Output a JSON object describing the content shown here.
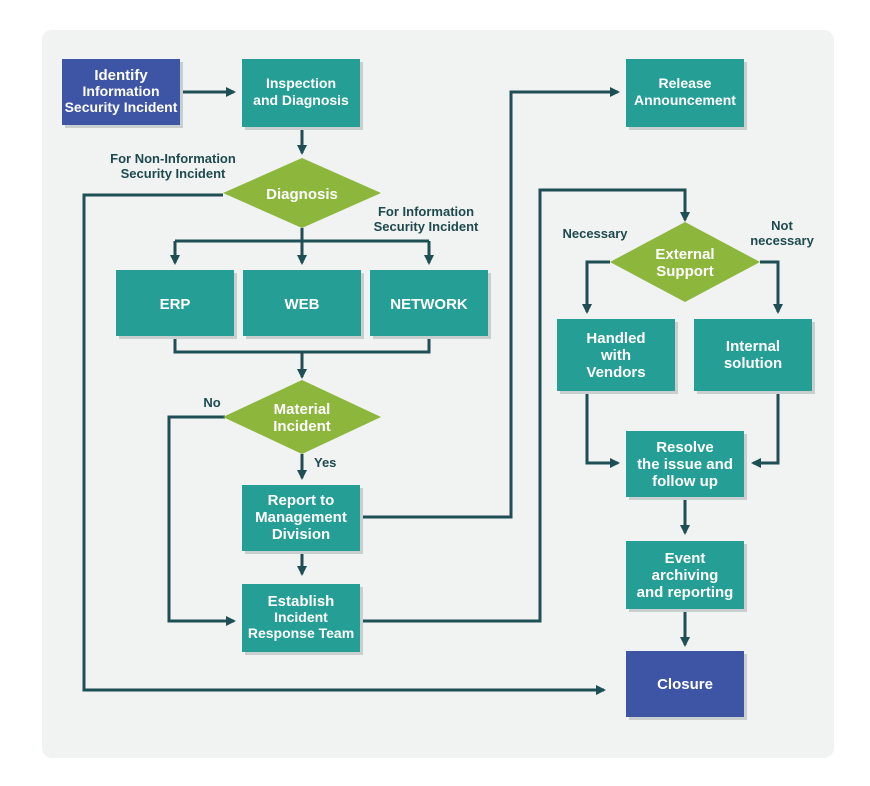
{
  "colors": {
    "box": "#259e96",
    "box_shadow": "#c9cfcf",
    "diamond": "#8cb63c",
    "endpoint": "#3e55a6",
    "line": "#1e4f54",
    "panel": "#f1f2f2"
  },
  "nodes": {
    "identify": [
      "Identify",
      "Information",
      "Security Incident"
    ],
    "inspection": [
      "Inspection",
      "and Diagnosis"
    ],
    "diagnosis": [
      "Diagnosis"
    ],
    "erp": [
      "ERP"
    ],
    "web": [
      "WEB"
    ],
    "network": [
      "NETWORK"
    ],
    "material": [
      "Material",
      "Incident"
    ],
    "report": [
      "Report to",
      "Management",
      "Division"
    ],
    "establish": [
      "Establish",
      "Incident",
      "Response Team"
    ],
    "release": [
      "Release",
      "Announcement"
    ],
    "external": [
      "External",
      "Support"
    ],
    "vendors": [
      "Handled",
      "with",
      "Vendors"
    ],
    "internal": [
      "Internal",
      "solution"
    ],
    "resolve": [
      "Resolve",
      "the issue and",
      "follow up"
    ],
    "archive": [
      "Event",
      "archiving",
      "and reporting"
    ],
    "closure": [
      "Closure"
    ]
  },
  "labels": {
    "non_info": [
      "For Non-Information",
      "Security Incident"
    ],
    "info": [
      "For Information",
      "Security Incident"
    ],
    "no": [
      "No"
    ],
    "yes": [
      "Yes"
    ],
    "necessary": [
      "Necessary"
    ],
    "not_necessary": [
      "Not",
      "necessary"
    ]
  }
}
